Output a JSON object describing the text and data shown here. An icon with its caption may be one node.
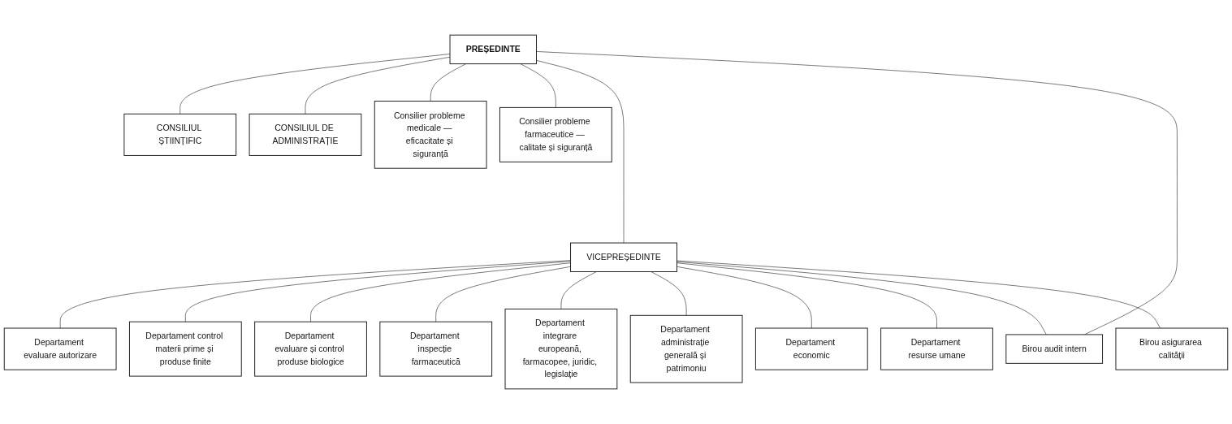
{
  "diagram": {
    "nodes": [
      {
        "text": [
          "CONSILIUL ȘTIINȚIFIC"
        ]
      },
      {
        "text": [
          "PREȘEDINTE"
        ]
      },
      {
        "text": [
          "CONSILIUL DE ADMINISTRAȚIE"
        ]
      },
      {
        "text": [
          "Consilier probleme medicale — eficacitate și siguranță"
        ]
      },
      {
        "text": [
          "Consilier probleme farmaceutice — calitate și siguranță"
        ]
      },
      {
        "text": [
          "VICEPREȘEDINTE"
        ]
      },
      {
        "text": [
          "Departament evaluare autorizare"
        ]
      },
      {
        "text": [
          "Departament control materii prime și produse finite"
        ]
      },
      {
        "text": [
          "Departament evaluare și control produse biologice"
        ]
      },
      {
        "text": [
          "Departament inspecție farmaceutică"
        ]
      },
      {
        "text": [
          "Departament integrare europeană, farmacopee, juridic, legislație"
        ]
      },
      {
        "text": [
          "Departament administrație generală și patrimoniu"
        ]
      },
      {
        "text": [
          "Departament economic"
        ]
      },
      {
        "text": [
          "Departament resurse umane"
        ]
      },
      {
        "text": [
          "Birou audit intern"
        ]
      },
      {
        "text": [
          "Birou asigurarea calității"
        ]
      }
    ],
    "edges": [
      {
        "from": 1,
        "to": 0,
        "arrow": "none"
      },
      {
        "from": 1,
        "to": 2,
        "arrow": "none"
      },
      {
        "from": 1,
        "to": 3,
        "arrow": "none"
      },
      {
        "from": 1,
        "to": 4,
        "arrow": "none"
      },
      {
        "from": 1,
        "to": 5,
        "arrow": "none"
      },
      {
        "from": 1,
        "to": 14,
        "arrow": "none"
      },
      {
        "from": 5,
        "to": 6,
        "arrow": "none"
      },
      {
        "from": 5,
        "to": 7,
        "arrow": "none"
      },
      {
        "from": 5,
        "to": 8,
        "arrow": "none"
      },
      {
        "from": 5,
        "to": 9,
        "arrow": "none"
      },
      {
        "from": 5,
        "to": 10,
        "arrow": "none"
      },
      {
        "from": 5,
        "to": 11,
        "arrow": "none"
      },
      {
        "from": 5,
        "to": 12,
        "arrow": "none"
      },
      {
        "from": 5,
        "to": 13,
        "arrow": "none"
      },
      {
        "from": 5,
        "to": 14,
        "arrow": "none"
      },
      {
        "from": 5,
        "to": 15,
        "arrow": "none"
      }
    ]
  }
}
